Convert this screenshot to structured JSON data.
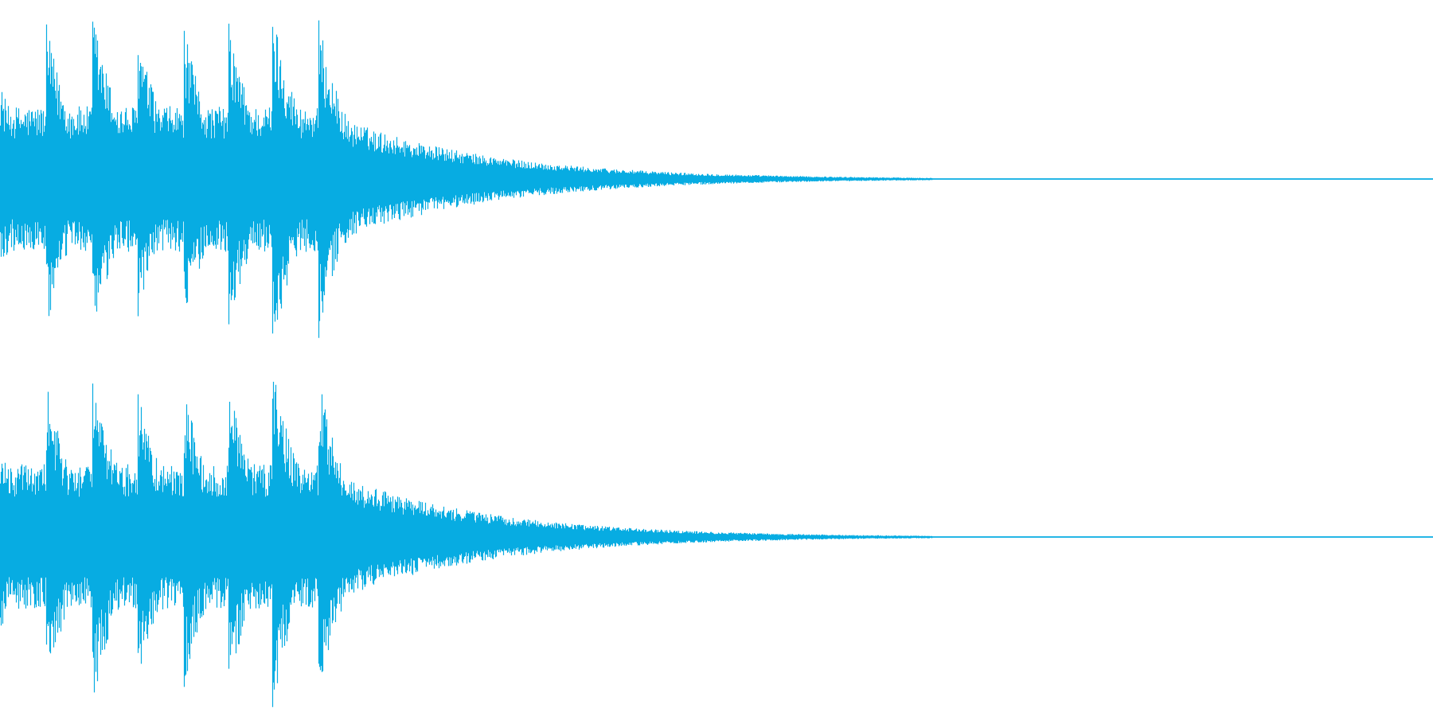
{
  "waveform": {
    "color": "#07ace2",
    "background": "#ffffff",
    "channel_count": 2,
    "channels": [
      {
        "name": "",
        "label": ""
      },
      {
        "name": "",
        "label": ""
      }
    ],
    "hits": [
      {
        "t": 0.0,
        "amp": 0.55
      },
      {
        "t": 0.032,
        "amp": 0.9
      },
      {
        "t": 0.064,
        "amp": 1.0
      },
      {
        "t": 0.096,
        "amp": 0.85
      },
      {
        "t": 0.128,
        "amp": 0.88
      },
      {
        "t": 0.159,
        "amp": 0.92
      },
      {
        "t": 0.19,
        "amp": 1.0
      },
      {
        "t": 0.222,
        "amp": 0.93
      }
    ],
    "tail_end": 0.65,
    "noise_floor": 0.01
  }
}
